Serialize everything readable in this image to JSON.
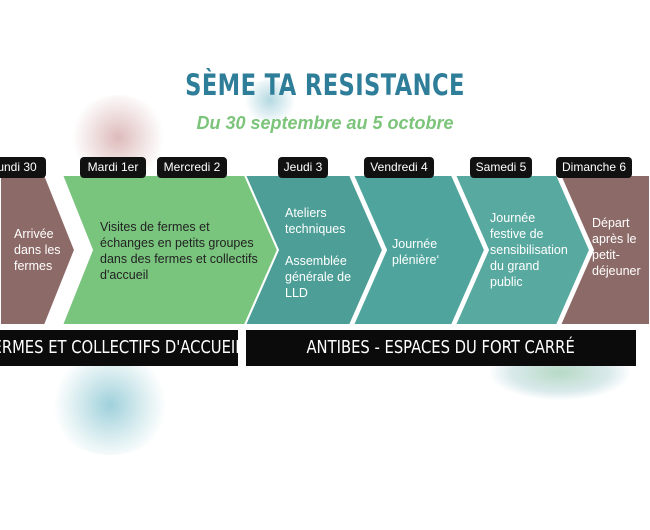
{
  "title": "SÈME TA RESISTANCE",
  "subtitle": "Du 30 septembre au 5 octobre",
  "colors": {
    "title": "#2f7e99",
    "subtitle": "#7bc47a",
    "mauve": "#8c6a67",
    "light_green": "#7ac57e",
    "teal": "#4c9e96",
    "teal2": "#4fa59d",
    "teal3": "#58a99f"
  },
  "days": [
    "undi 30",
    "Mardi 1er",
    "Mercredi 2",
    "Jeudi 3",
    "Vendredi 4",
    "Samedi 5",
    "Dimanche 6"
  ],
  "stages": [
    {
      "text": "Arrivée\ndans les\nfermes"
    },
    {
      "text": "Visites de fermes et\néchanges en petits groupes\ndans des fermes et collectifs\nd'accueil"
    },
    {
      "text": "Ateliers\ntechniques\n\nAssemblée\ngénérale de\nLLD"
    },
    {
      "text": "Journée\nplénière‘"
    },
    {
      "text": "Journée\nfestive de\nsensibilisation\ndu grand\npublic"
    },
    {
      "text": "Départ\naprès le\npetit-\ndéjeuner"
    }
  ],
  "locations": [
    "FERMES ET COLLECTIFS D'ACCUEIL",
    "ANTIBES - ESPACES DU FORT CARRÉ"
  ]
}
